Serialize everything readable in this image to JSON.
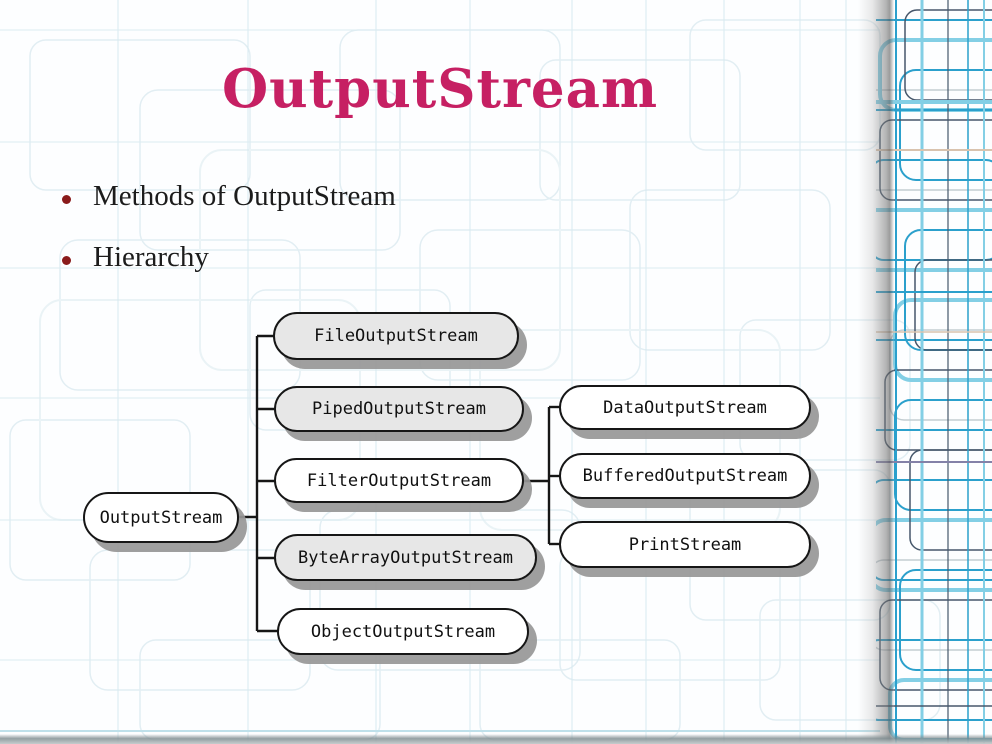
{
  "slide": {
    "title": "OutputStream",
    "bullets": [
      {
        "label": "Methods of OutputStream"
      },
      {
        "label": "Hierarchy"
      }
    ]
  },
  "diagram": {
    "boxes": [
      {
        "id": "output-stream",
        "label": "OutputStream",
        "fill": "#ffffff"
      },
      {
        "id": "file-output-stream",
        "label": "FileOutputStream",
        "fill": "#e7e7e7"
      },
      {
        "id": "piped-output-stream",
        "label": "PipedOutputStream",
        "fill": "#e7e7e7"
      },
      {
        "id": "filter-output-stream",
        "label": "FilterOutputStream",
        "fill": "#ffffff"
      },
      {
        "id": "byte-array-output-stream",
        "label": "ByteArrayOutputStream",
        "fill": "#e7e7e7"
      },
      {
        "id": "object-output-stream",
        "label": "ObjectOutputStream",
        "fill": "#ffffff"
      },
      {
        "id": "data-output-stream",
        "label": "DataOutputStream",
        "fill": "#ffffff"
      },
      {
        "id": "buffered-output-stream",
        "label": "BufferedOutputStream",
        "fill": "#ffffff"
      },
      {
        "id": "print-stream",
        "label": "PrintStream",
        "fill": "#ffffff"
      }
    ],
    "edges": [
      {
        "parent": "OutputStream",
        "child": "FileOutputStream"
      },
      {
        "parent": "OutputStream",
        "child": "PipedOutputStream"
      },
      {
        "parent": "OutputStream",
        "child": "FilterOutputStream"
      },
      {
        "parent": "OutputStream",
        "child": "ByteArrayOutputStream"
      },
      {
        "parent": "OutputStream",
        "child": "ObjectOutputStream"
      },
      {
        "parent": "FilterOutputStream",
        "child": "DataOutputStream"
      },
      {
        "parent": "FilterOutputStream",
        "child": "BufferedOutputStream"
      },
      {
        "parent": "FilterOutputStream",
        "child": "PrintStream"
      }
    ]
  },
  "colors": {
    "title": "#c62063",
    "bullet_dot": "#8a1b1b",
    "body_text": "#1c1c1c",
    "box_border": "#161616",
    "box_shadow": "#979797",
    "pattern_teal": "#2ba0cc",
    "pattern_light_blue": "#83cfe5",
    "pattern_slate": "#46576b",
    "pattern_faint": "#e2eef3"
  }
}
